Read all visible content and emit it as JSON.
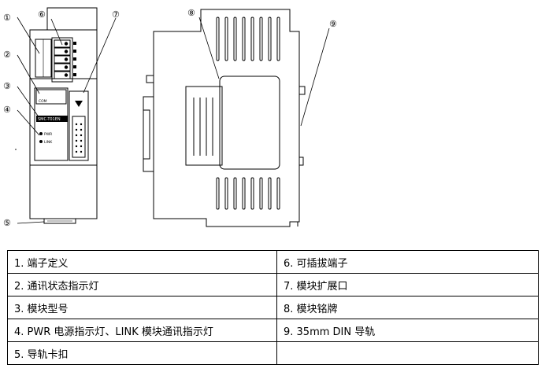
{
  "callouts": [
    "①",
    "②",
    "③",
    "④",
    "⑤",
    "⑥",
    "⑦",
    "⑧",
    "⑨"
  ],
  "module": {
    "model_label": "SMC-T01EN",
    "com_label": "COM",
    "pwr_label": "PWR",
    "link_label": "LINK"
  },
  "legend": {
    "rows": [
      [
        "1. 端子定义",
        "6. 可插拔端子"
      ],
      [
        "2. 通讯状态指示灯",
        "7. 模块扩展口"
      ],
      [
        "3. 模块型号",
        "8. 模块铭牌"
      ],
      [
        "4. PWR 电源指示灯、LINK 模块通讯指示灯",
        "9. 35mm DIN 导轨"
      ],
      [
        "5. 导轨卡扣",
        ""
      ]
    ]
  }
}
